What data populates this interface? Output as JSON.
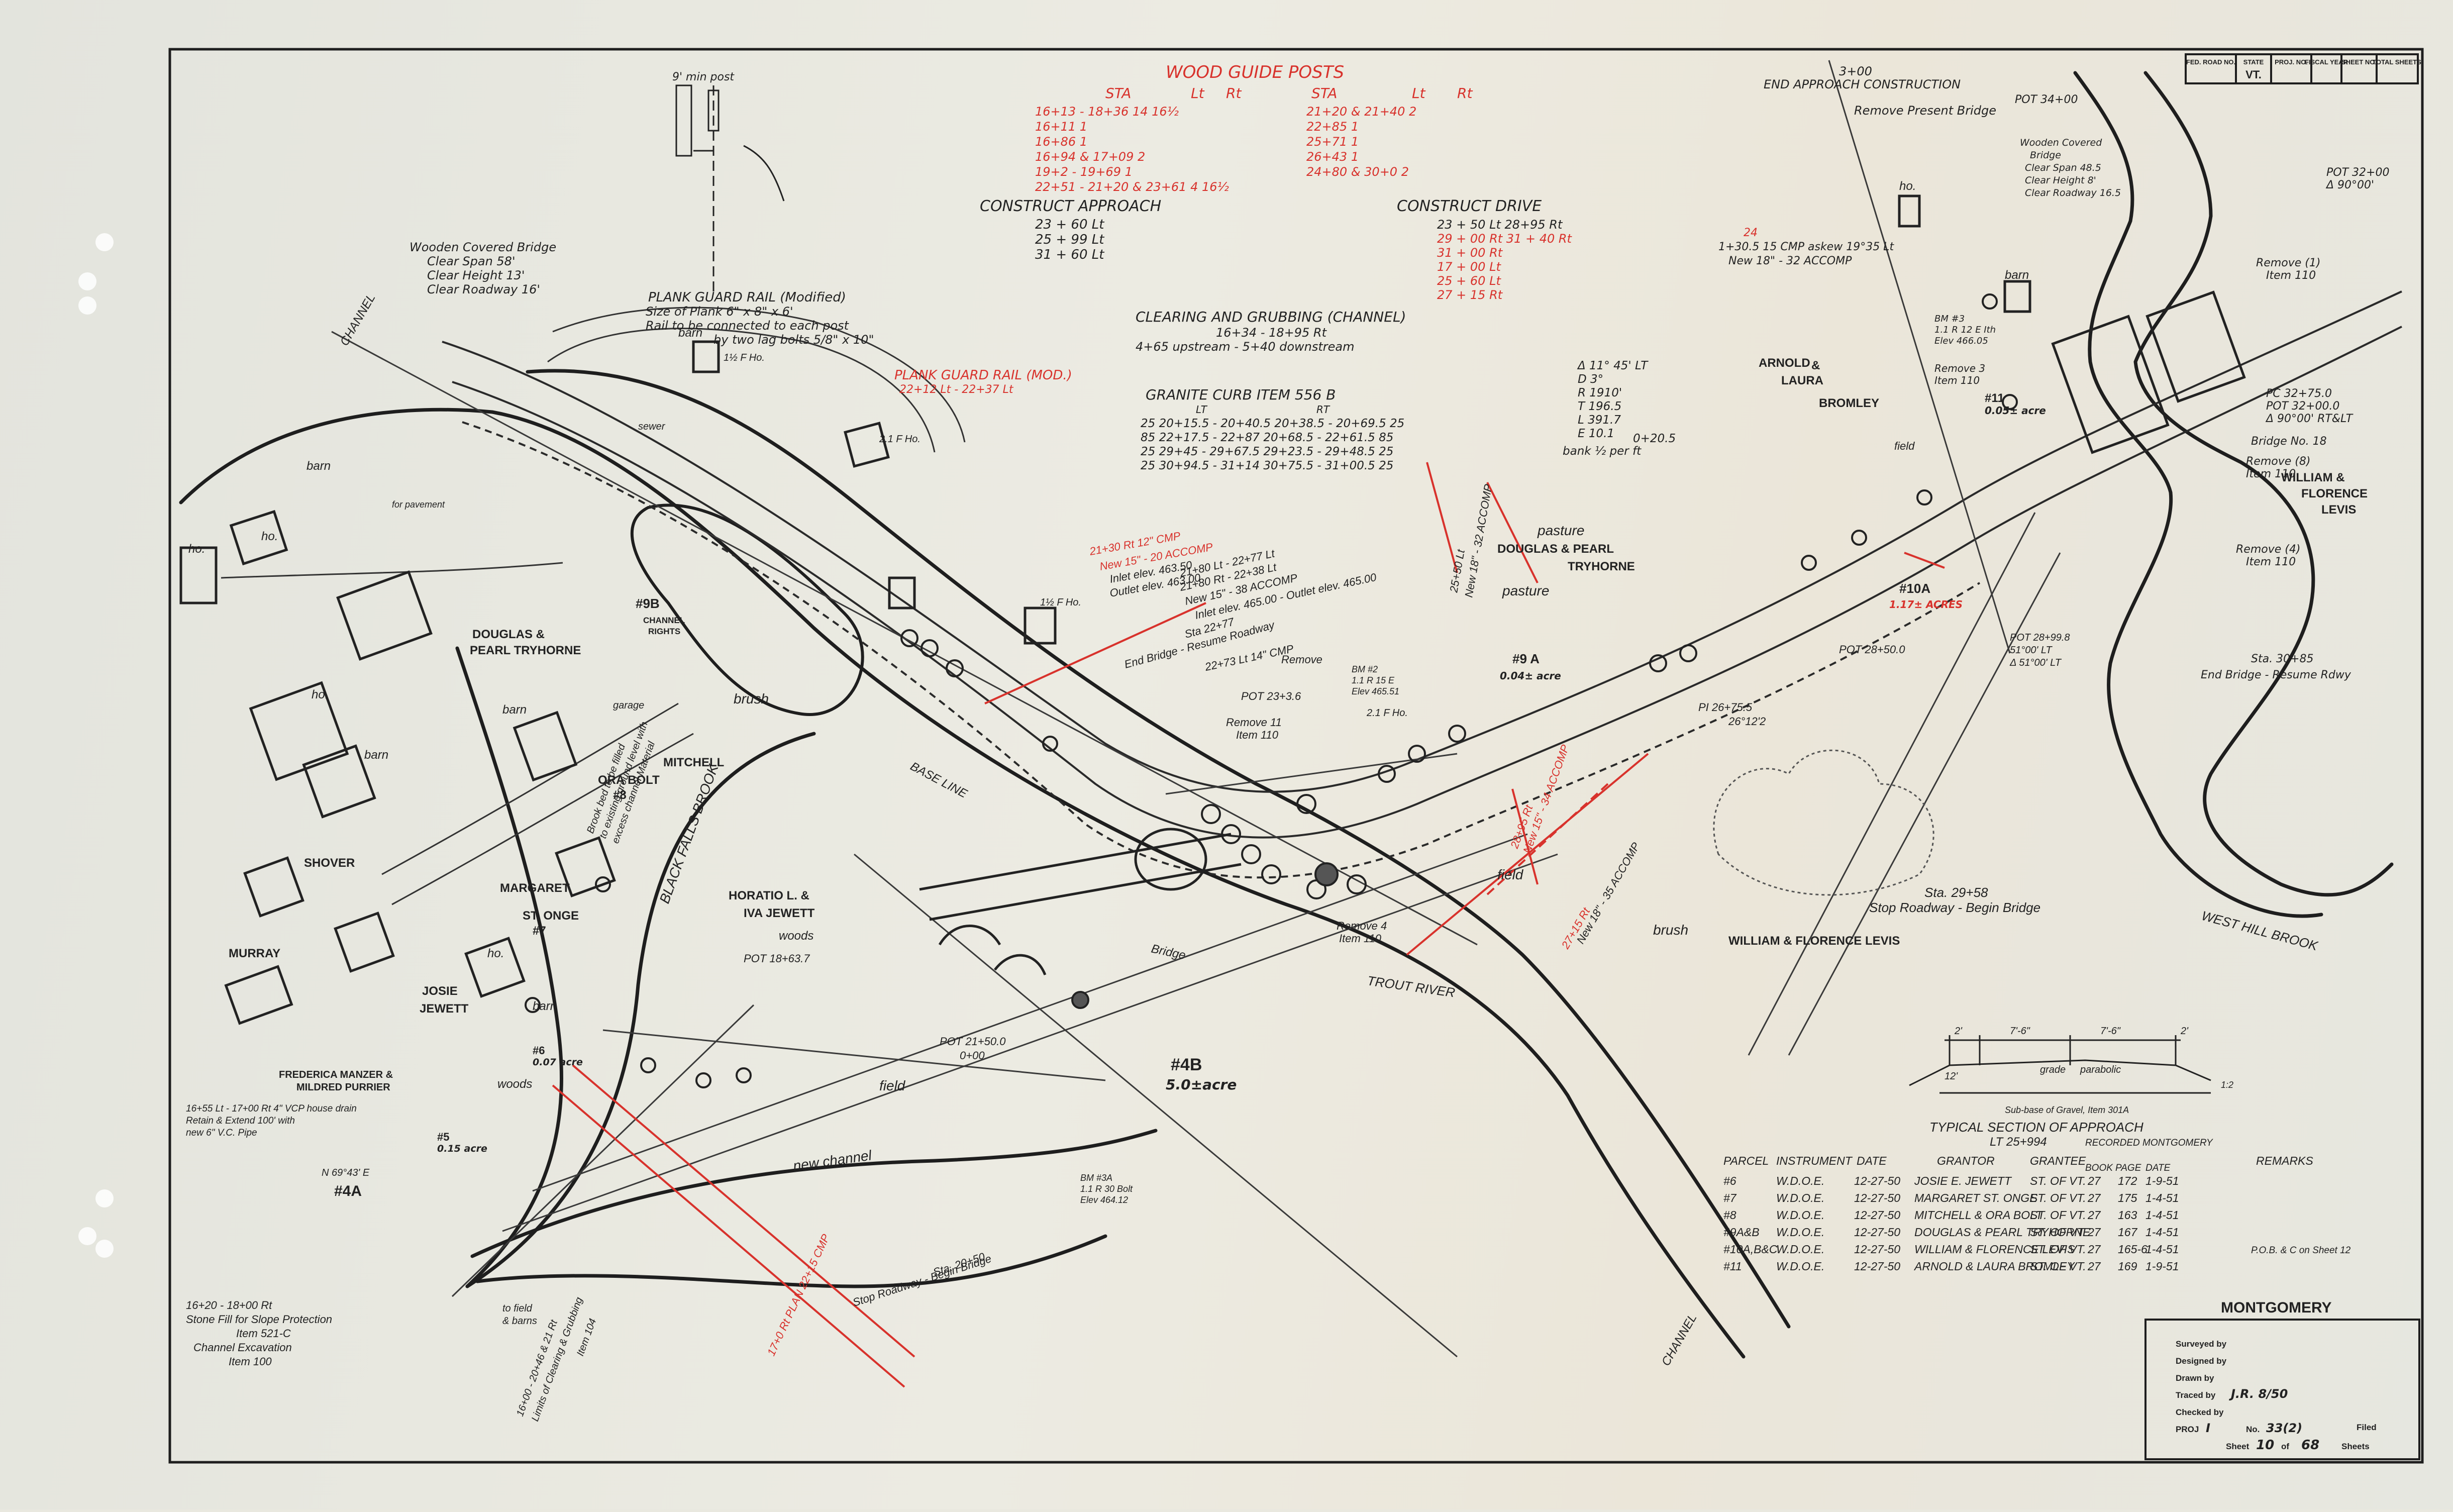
{
  "colors": {
    "paper": "#e9e8df",
    "ink": "#1e1e1e",
    "red": "#d8322c"
  },
  "title_block": {
    "headers": [
      "FED. ROAD NO.",
      "STATE",
      "PROJ. NO.",
      "FISCAL YEAR",
      "SHEET NO.",
      "TOTAL SHEETS"
    ],
    "state": "VT.",
    "town": "MONTGOMERY",
    "surveyed_by": "Surveyed by",
    "designed_by": "Designed by",
    "drawn_by": "Drawn by",
    "traced_by": "Traced by",
    "traced_value": "J.R. 8/50",
    "checked_by": "Checked by",
    "proj": "PROJ",
    "proj_value": "I",
    "no": "No.",
    "no_value": "33(2)",
    "filed": "Filed",
    "sheet": "Sheet",
    "sheet_value": "10",
    "of": "of",
    "total_value": "68",
    "sheets": "Sheets"
  },
  "guide_posts": {
    "title": "WOOD GUIDE POSTS",
    "left_header": [
      "STA",
      "Lt",
      "Rt"
    ],
    "right_header": [
      "STA",
      "Lt",
      "Rt"
    ],
    "left_rows": [
      "16+13 - 18+36   14  16½",
      "16+11   1",
      "16+86   1",
      "16+94 & 17+09   2",
      "19+2 - 19+69   1",
      "22+51 - 21+20 & 23+61   4  16½"
    ],
    "right_rows": [
      "21+20 & 21+40   2",
      "22+85   1",
      "25+71   1",
      "26+43   1",
      "24+80 & 30+0   2"
    ]
  },
  "construct_approach": {
    "title": "CONSTRUCT APPROACH",
    "rows": [
      "23 + 60 Lt",
      "25 + 99 Lt",
      "31 + 60 Lt"
    ]
  },
  "construct_drive": {
    "title": "CONSTRUCT DRIVE",
    "rows": [
      "23 + 50 Lt   28+95 Rt",
      "29 + 00 Rt   31 + 40 Rt",
      "31 + 00 Rt",
      "17 + 00 Lt",
      "25 + 60 Lt",
      "27 + 15 Rt"
    ]
  },
  "bridge_note": [
    "Wooden Covered Bridge",
    "Clear Span  58'",
    "Clear Height  13'",
    "Clear Roadway 16'"
  ],
  "plank_note": [
    "PLANK GUARD RAIL (Modified)",
    "Size of Plank 6\" x 8\" x 6'",
    "Rail to be connected to each post",
    "by two lag bolts 5/8\" x 10\""
  ],
  "post_detail": "9' min post",
  "clearing": [
    "CLEARING AND GRUBBING (CHANNEL)",
    "16+34 - 18+95 Rt",
    "4+65 upstream - 5+40 downstream"
  ],
  "plank_mod": [
    "PLANK GUARD RAIL (MOD.)",
    "22+12 Lt - 22+37 Lt"
  ],
  "granite": {
    "title": "GRANITE CURB   ITEM 556 B",
    "lt": "LT",
    "rt": "RT",
    "rows": [
      "25  20+15.5 - 20+40.5   20+38.5 - 20+69.5  25",
      "85  22+17.5 - 22+87      20+68.5 - 22+61.5  85",
      "25  29+45 - 29+67.5      29+23.5 - 29+48.5  25",
      "25  30+94.5 - 31+14     30+75.5 - 31+00.5  25"
    ]
  },
  "curve_data": [
    "Δ 11° 45' LT",
    "D 3°",
    "R 1910'",
    "T 196.5",
    "L 391.7",
    "E 10.1",
    "0+20.5",
    "bank ½ per ft"
  ],
  "top_right": {
    "station": "3+00",
    "title": "END APPROACH CONSTRUCTION",
    "remove": "Remove Present Bridge",
    "pot": "POT 34+00",
    "bridge_note": [
      "Wooden Covered",
      "Bridge",
      "Clear Span 48.5",
      "Clear Height 8'",
      "Clear Roadway 16.5"
    ],
    "pot2": "POT 32+00",
    "delta": "Δ 90°00'",
    "cmp": [
      "24",
      "1+30.5  15 CMP askew 19°35 Lt",
      "New 18\" - 32 ACCOMP"
    ],
    "bm3": [
      "BM #3",
      "1.1 R 12 E Ith",
      "Elev 466.05"
    ],
    "remove3": [
      "Remove 3",
      "Item 110"
    ],
    "remove1": [
      "Remove (1)",
      "Item 110"
    ],
    "pc": "PC 32+75.0",
    "pt": [
      "POT 32+00.0",
      "Δ 90°00' RT&LT"
    ],
    "bridge18": "Bridge No. 18",
    "remove8": [
      "Remove (8)",
      "Item 110"
    ],
    "remove4": [
      "Remove (4)",
      "Item 110"
    ],
    "sta3085": "Sta. 30+85",
    "end_bridge": "End Bridge - Resume Rdwy"
  },
  "owners": {
    "arnold": [
      "ARNOLD",
      "&",
      "LAURA",
      "BROMLEY"
    ],
    "william_r": [
      "WILLIAM &",
      "FLORENCE",
      "LEVIS"
    ],
    "douglas_c": [
      "DOUGLAS & PEARL",
      "TRYHORNE"
    ],
    "douglas_l": [
      "DOUGLAS &",
      "PEARL TRYHORNE"
    ],
    "mitchell": [
      "MITCHELL",
      "ORA  BOLT",
      "#8"
    ],
    "shover": "SHOVER",
    "margaret": [
      "MARGARET",
      "ST. ONGE",
      "#7"
    ],
    "murray": "MURRAY",
    "josie": [
      "JOSIE",
      "JEWETT"
    ],
    "horatio": [
      "HORATIO L. &",
      "IVA JEWETT"
    ],
    "frederica": [
      "FREDERICA MANZER &",
      "MILDRED PURRIER"
    ],
    "william_b": "WILLIAM & FLORENCE LEVIS"
  },
  "map_labels": {
    "channel_top": "CHANNEL",
    "channel_bottom": "CHANNEL",
    "barn": "barn",
    "ho": "ho.",
    "garage": "garage",
    "sewer": "sewer",
    "for_pavement": "for pavement",
    "flho1": "1½ F Ho.",
    "flho2": "2.1 F Ho.",
    "flho3": "1½ F Ho.",
    "flho4": "2.1 F Ho.",
    "bbrook": "BLACK FALLS BROOK",
    "trout": "TROUT RIVER",
    "westhill": "WEST HILL BROOK",
    "base": "BASE LINE",
    "newchannel": "new channel",
    "field": "field",
    "woods": "woods",
    "brush": "brush",
    "pasture": "pasture",
    "bridge": "Bridge",
    "p9b": [
      "#9B",
      "CHANNEL",
      "RIGHTS"
    ],
    "p4b": [
      "#4B",
      "5.0±acre"
    ],
    "p4a": "#4A",
    "p5": [
      "#5",
      "0.15 acre"
    ],
    "p6": [
      "#6",
      "0.07 acre"
    ],
    "p9a": [
      "#9 A",
      "0.04± acre"
    ],
    "p10a": [
      "#10A",
      "1.17± ACRES"
    ],
    "p11": [
      "#11",
      "0.05± acre"
    ],
    "pot2150": [
      "POT 21+50.0",
      "0+00"
    ],
    "pot1863": "POT 18+63.7",
    "pot236": "POT 23+3.6",
    "pot2850": "POT 28+50.0",
    "pi2675": [
      "PI 26+75.5",
      "26°12'2"
    ],
    "pot2899": [
      "POT 28+99.8",
      "51°00' LT",
      "Δ 51°00' LT"
    ],
    "bm2": [
      "BM #2",
      "1.1 R 15 E",
      "Elev 465.51"
    ],
    "bm3a": [
      "BM #3A",
      "1.1 R 30 Bolt",
      "Elev 464.12"
    ],
    "remove11": [
      "Remove 11",
      "Item 110"
    ],
    "remove4b": [
      "Remove 4",
      "Item 110"
    ],
    "cmp_red1": "21+30 Rt  12\" CMP",
    "cmp_red2": "New 15\" - 20 ACCOMP",
    "cmp_inlet": [
      "Inlet elev. 463.50",
      "Outlet elev. 463.00"
    ],
    "cmp2": [
      "21+80 Lt - 22+77 Lt",
      "21+80 Rt - 22+38 Lt",
      "New 15\" - 38 ACCOMP",
      "Inlet elev. 465.00 - Outlet elev. 465.00"
    ],
    "end_bridge": [
      "Sta 22+77",
      "End Bridge - Resume Roadway"
    ],
    "cmp14": [
      "22+73 Lt  14\" CMP",
      "Remove"
    ],
    "sta2150": [
      "Sta. 20+50",
      "Stop Roadway - Begin Bridge"
    ],
    "sta2958": [
      "Sta. 29+58",
      "Stop Roadway - Begin Bridge"
    ],
    "stone": [
      "16+20 - 18+00 Rt",
      "Stone Fill for Slope Protection",
      "Item 521-C",
      "Channel Excavation",
      "Item 100"
    ],
    "drain": [
      "16+55 Lt - 17+00 Rt 4\" VCP house drain",
      "Retain & Extend 100' with",
      "new 6\" V.C. Pipe"
    ],
    "brook_note": [
      "Brook bed to be filled",
      "to existing ground level with",
      "excess channel Material"
    ],
    "limits": [
      "16+00 - 20+46 & 21 Rt",
      "Limits of Clearing & Grubbing",
      "Item 104"
    ],
    "tofield": [
      "to field",
      "& barns"
    ],
    "n6": "N 69°43' E",
    "cmp_red_b": [
      "28+95 Rt",
      "New 15\" - 34 ACCOMP"
    ],
    "cmp_red_c": [
      "27+15 Rt",
      "New 18\" - 35 ACCOMP"
    ],
    "remove_lt": [
      "25+50 Lt",
      "New 18\" - 32 ACCOMP"
    ],
    "bottom_red": "17+0 Rt  PLAN 22+15 CMP"
  },
  "section": {
    "title": "TYPICAL SECTION OF APPROACH",
    "subtitle": "LT 25+994",
    "dims": [
      "2'",
      "7'-6\"",
      "7'-6\"",
      "2'",
      "12'"
    ],
    "grade": "grade",
    "parabolic": "parabolic",
    "base": "Sub-base of Gravel, Item 301A",
    "slope": "1:2"
  },
  "parcels": {
    "headers": [
      "PARCEL",
      "INSTRUMENT",
      "DATE",
      "GRANTOR",
      "GRANTEE",
      "BOOK",
      "PAGE",
      "DATE",
      "REMARKS"
    ],
    "recorded": "RECORDED MONTGOMERY",
    "rows": [
      [
        "#6",
        "W.D.O.E.",
        "12-27-50",
        "JOSIE E. JEWETT",
        "ST. OF VT.",
        "27",
        "172",
        "1-9-51",
        ""
      ],
      [
        "#7",
        "W.D.O.E.",
        "12-27-50",
        "MARGARET ST. ONGE",
        "ST. OF VT.",
        "27",
        "175",
        "1-4-51",
        ""
      ],
      [
        "#8",
        "W.D.O.E.",
        "12-27-50",
        "MITCHELL & ORA BOLT",
        "ST. OF VT.",
        "27",
        "163",
        "1-4-51",
        ""
      ],
      [
        "#9A&B",
        "W.D.O.E.",
        "12-27-50",
        "DOUGLAS & PEARL TRYHORNE",
        "ST. OF VT.",
        "27",
        "167",
        "1-4-51",
        ""
      ],
      [
        "#10A,B&C",
        "W.D.O.E.",
        "12-27-50",
        "WILLIAM & FLORENCE LEVIS",
        "ST. OF VT.",
        "27",
        "165-6",
        "1-4-51",
        "P.O.B. & C on Sheet 12"
      ],
      [
        "#11",
        "W.D.O.E.",
        "12-27-50",
        "ARNOLD & LAURA BROMLEY",
        "ST. OF VT.",
        "27",
        "169",
        "1-9-51",
        ""
      ]
    ]
  }
}
